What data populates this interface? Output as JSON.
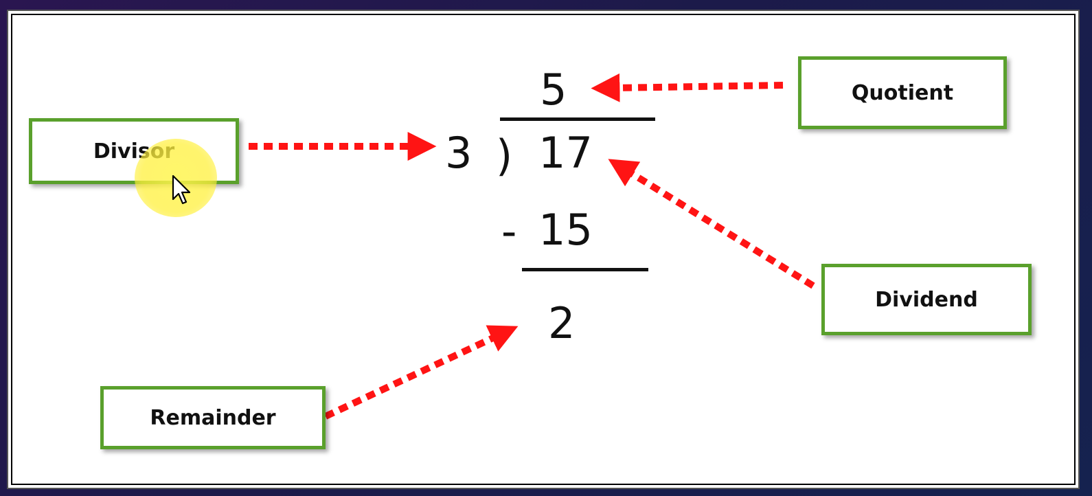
{
  "labels": {
    "divisor": "Divisor",
    "quotient": "Quotient",
    "dividend": "Dividend",
    "remainder": "Remainder"
  },
  "division": {
    "divisor": "3",
    "bracket": ")",
    "dividend": "17",
    "quotient": "5",
    "minus": "-",
    "subtrahend": "15",
    "remainder": "2"
  },
  "colors": {
    "box_border": "#5aa02c",
    "arrow": "#ff1414",
    "highlight": "#fff04c",
    "background": "#1c1a4a"
  },
  "icons": {
    "pointer": "mouse-cursor-icon"
  }
}
